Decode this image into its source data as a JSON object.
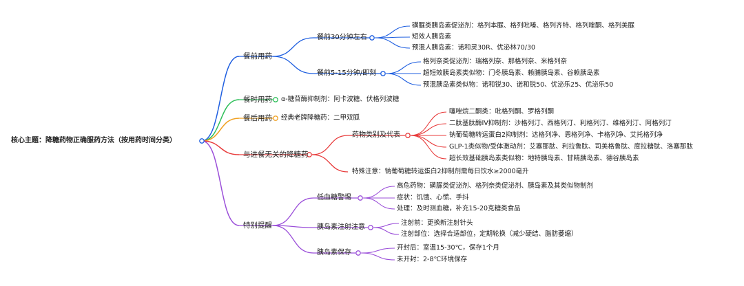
{
  "root": {
    "text": "核心主题：降糖药物正确服药方法（按用药时间分类）"
  },
  "colors": {
    "blue": "#1f5fe0",
    "green": "#2fbf5a",
    "orange": "#f0a020",
    "red": "#e83b3b",
    "purple": "#9b4fd9"
  },
  "branches": [
    {
      "label": "餐前用药",
      "children": [
        {
          "label": "餐前30分钟左右",
          "items": [
            "磺脲类胰岛素促泌剂：格列本脲、格列吡嗪、格列齐特、格列喹酮、格列美脲",
            "短效人胰岛素",
            "预混人胰岛素：诺和灵30R、优泌林70/30"
          ]
        },
        {
          "label": "餐前5-15分钟/即刻",
          "items": [
            "格列奈类促泌剂：瑞格列奈、那格列奈、米格列奈",
            "超短效胰岛素类似物：门冬胰岛素、赖脯胰岛素、谷赖胰岛素",
            "预混胰岛素类似物：诺和锐30、诺和锐50、优泌乐25、优泌乐50"
          ]
        }
      ]
    },
    {
      "label": "餐时用药",
      "children": [
        {
          "label": "α-糖苷酶抑制剂：阿卡波糖、伏格列波糖",
          "items": []
        }
      ]
    },
    {
      "label": "餐后用药",
      "children": [
        {
          "label": "经典老牌降糖药：二甲双胍",
          "items": []
        }
      ]
    },
    {
      "label": "与进餐无关的降糖药",
      "children": [
        {
          "label": "药物类别及代表",
          "items": [
            "噻唑烷二酮类：吡格列酮、罗格列酮",
            "二肽基肽酶IV抑制剂：沙格列汀、西格列汀、利格列汀、维格列汀、阿格列汀",
            "钠葡萄糖转运蛋白2抑制剂：达格列净、恩格列净、卡格列净、艾托格列净",
            "GLP-1类似物/受体激动剂：艾塞那肽、利拉鲁肽、司美格鲁肽、度拉糖肽、洛塞那肽",
            "超长效基础胰岛素类似物：地特胰岛素、甘精胰岛素、德谷胰岛素"
          ]
        },
        {
          "label": "特殊注意：钠葡萄糖转运蛋白2抑制剂需每日饮水≥2000毫升",
          "items": []
        }
      ]
    },
    {
      "label": "特别提醒",
      "children": [
        {
          "label": "低血糖警惕",
          "items": [
            "高危药物：磺脲类促泌剂、格列奈类促泌剂、胰岛素及其类似物制剂",
            "症状：饥饿、心慌、手抖",
            "处理：及时测血糖，补充15-20克糖类食品"
          ]
        },
        {
          "label": "胰岛素注射注意",
          "items": [
            "注射前：更换新注射针头",
            "注射部位：选择合适部位，定期轮换（减少硬结、脂肪萎缩）"
          ]
        },
        {
          "label": "胰岛素保存",
          "items": [
            "开封后：室温15-30℃，保存1个月",
            "未开封：2-8℃环境保存"
          ]
        }
      ]
    }
  ]
}
